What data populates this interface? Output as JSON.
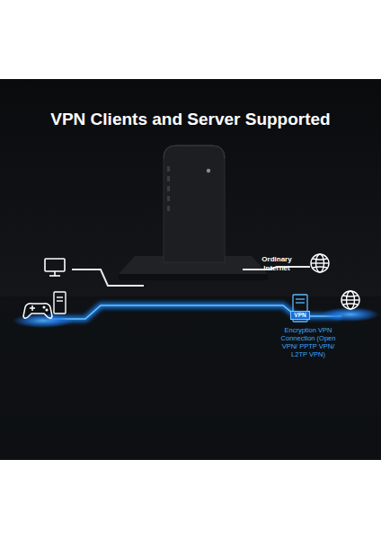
{
  "diagram": {
    "title": "VPN Clients and Server Supported",
    "nodes": [
      {
        "text": [
          "VPN"
        ]
      }
    ],
    "labels": [
      "Ordinary Internet",
      "Encryption VPN Connection (Open VPN/ PPTP VPN/ L2TP VPN)"
    ]
  }
}
